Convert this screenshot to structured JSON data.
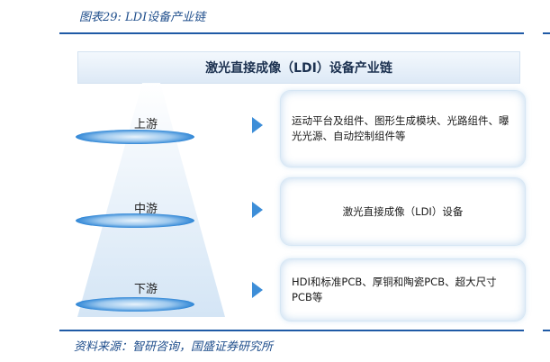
{
  "caption": "图表29:  LDI设备产业链",
  "diagram": {
    "title": "激光直接成像（LDI）设备产业链",
    "stages": [
      {
        "label": "上游",
        "description": "运动平台及组件、图形生成模块、光路组件、曝光光源、自动控制组件等"
      },
      {
        "label": "中游",
        "description": "激光直接成像（LDI）设备"
      },
      {
        "label": "下游",
        "description": "HDI和标准PCB、厚铜和陶瓷PCB、超大尺寸PCB等"
      }
    ],
    "colors": {
      "accent": "#3d8ed8",
      "title_bg": "#dde9f6",
      "disc": "#2f86d6"
    }
  },
  "source": "资料来源：智研咨询，国盛证券研究所"
}
